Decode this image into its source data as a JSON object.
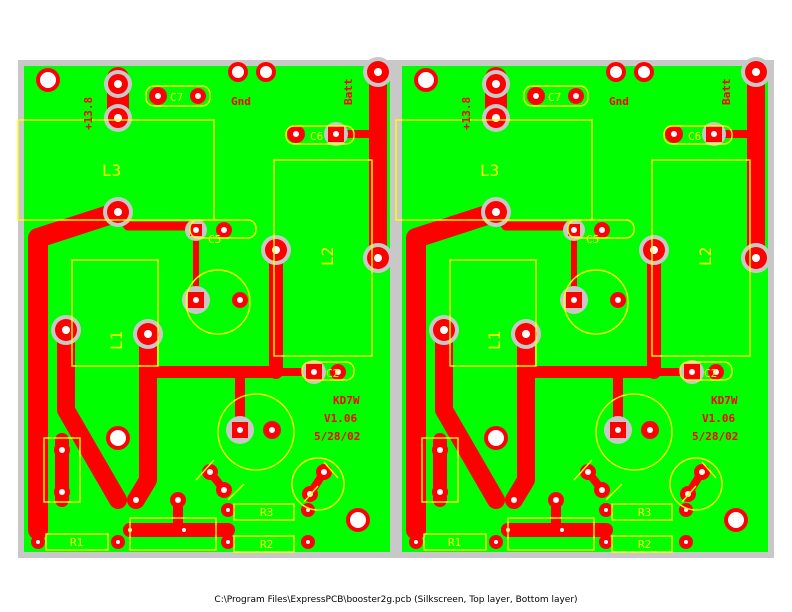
{
  "caption": "C:\\Program Files\\ExpressPCB\\booster2g.pcb  (Silkscreen, Top layer, Bottom layer)",
  "colors": {
    "board": "#00ff00",
    "copper": "#ff0000",
    "silkscreen": "#ffff00",
    "background": "#ffffff",
    "pad_clearance": "#c8c8c8"
  },
  "board": {
    "labels": {
      "v_in": "+13.8",
      "gnd": "Gnd",
      "batt": "Batt",
      "callsign": "KD7W",
      "version": "V1.06",
      "date": "5/28/02"
    },
    "components": {
      "c7": "C7",
      "c6": "C6",
      "c5": "C5",
      "c2": "C2",
      "l3": "L3",
      "l2": "L2",
      "l1": "L1",
      "r1": "R1",
      "r2": "R2",
      "r3": "R3"
    }
  }
}
